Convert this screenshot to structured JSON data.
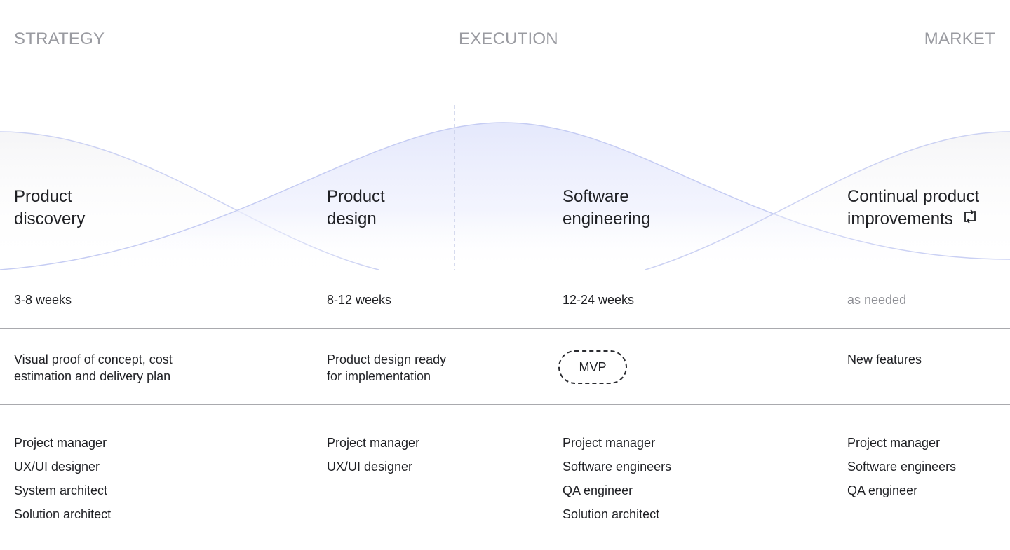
{
  "phases": {
    "strategy": "STRATEGY",
    "execution": "EXECUTION",
    "market": "MARKET"
  },
  "colors": {
    "wave_stroke": "#c9cff4",
    "wave_fill": "#e9ecfd",
    "phase_text": "#9a9ba1",
    "divider": "#a9aaae"
  },
  "stages": [
    {
      "title_line1": "Product",
      "title_line2": "discovery",
      "duration": "3-8 weeks",
      "deliverable_line1": "Visual proof of concept, cost",
      "deliverable_line2": "estimation and delivery plan",
      "team": [
        "Project manager",
        "UX/UI designer",
        "System architect",
        "Solution architect"
      ]
    },
    {
      "title_line1": "Product",
      "title_line2": "design",
      "duration": "8-12 weeks",
      "deliverable_line1": "Product design ready",
      "deliverable_line2": "for implementation",
      "team": [
        "Project manager",
        "UX/UI designer"
      ]
    },
    {
      "title_line1": "Software",
      "title_line2": "engineering",
      "duration": "12-24 weeks",
      "deliverable_badge": "MVP",
      "team": [
        "Project manager",
        "Software engineers",
        "QA engineer",
        "Solution architect"
      ]
    },
    {
      "title_line1": "Continual product",
      "title_line2": "improvements",
      "title_icon": "repeat-icon",
      "duration": "as needed",
      "deliverable_line1": "New features",
      "team": [
        "Project manager",
        "Software engineers",
        "QA engineer"
      ]
    }
  ]
}
